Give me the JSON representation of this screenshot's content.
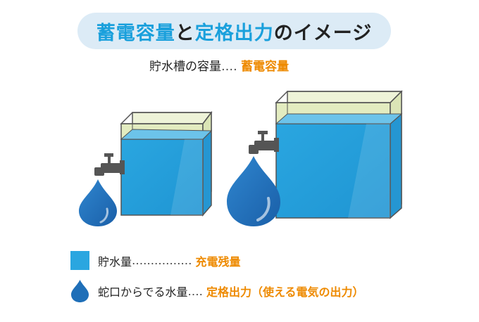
{
  "title": {
    "part1": "蓄電容量",
    "part2": "と",
    "part3": "定格出力",
    "part4": "のイメージ"
  },
  "subtitle": {
    "prefix": "貯水槽の容量",
    "dots": "‥‥",
    "highlight": "蓄電容量"
  },
  "legend": [
    {
      "label": "貯水量",
      "dots": "‥‥‥‥‥‥‥‥",
      "value": "充電残量",
      "icon": "water-square-icon",
      "color": "#2aa6e0"
    },
    {
      "label": "蛇口からでる水量",
      "dots": "‥‥",
      "value": "定格出力（使える電気の出力）",
      "icon": "water-drop-icon",
      "color": "#1f6fb8"
    }
  ],
  "colors": {
    "water": "#2aa6e0",
    "tank_empty": "#e6eec6",
    "drop": "#1f6fb8",
    "accent": "#ee8a00",
    "title_blue": "#1aa0dc"
  }
}
